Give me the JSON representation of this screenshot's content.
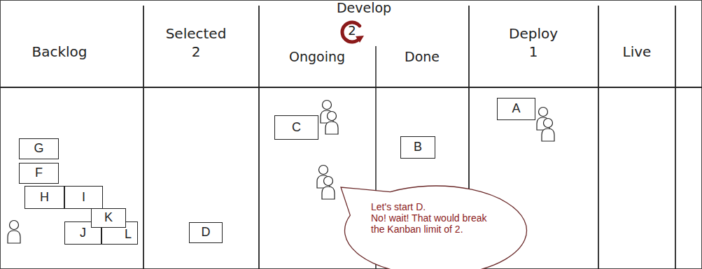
{
  "diagram": {
    "nodes": [
      {
        "text": [
          "G"
        ]
      },
      {
        "text": [
          "F"
        ]
      },
      {
        "text": [
          "H"
        ]
      },
      {
        "text": [
          "I"
        ]
      },
      {
        "text": [
          "K"
        ]
      },
      {
        "text": [
          "J"
        ]
      },
      {
        "text": [
          "L"
        ]
      },
      {
        "text": [
          "D"
        ]
      },
      {
        "text": [
          "C"
        ]
      },
      {
        "text": [
          "B"
        ]
      },
      {
        "text": [
          "A"
        ]
      },
      {
        "text": [
          "Let's start D.",
          "No! wait! That would break the Kanban limit of 2."
        ]
      }
    ],
    "labels": [
      "Backlog",
      "Selected",
      "2",
      "Develop",
      "2",
      "Ongoing",
      "Done",
      "Deploy",
      "1",
      "Live"
    ]
  }
}
